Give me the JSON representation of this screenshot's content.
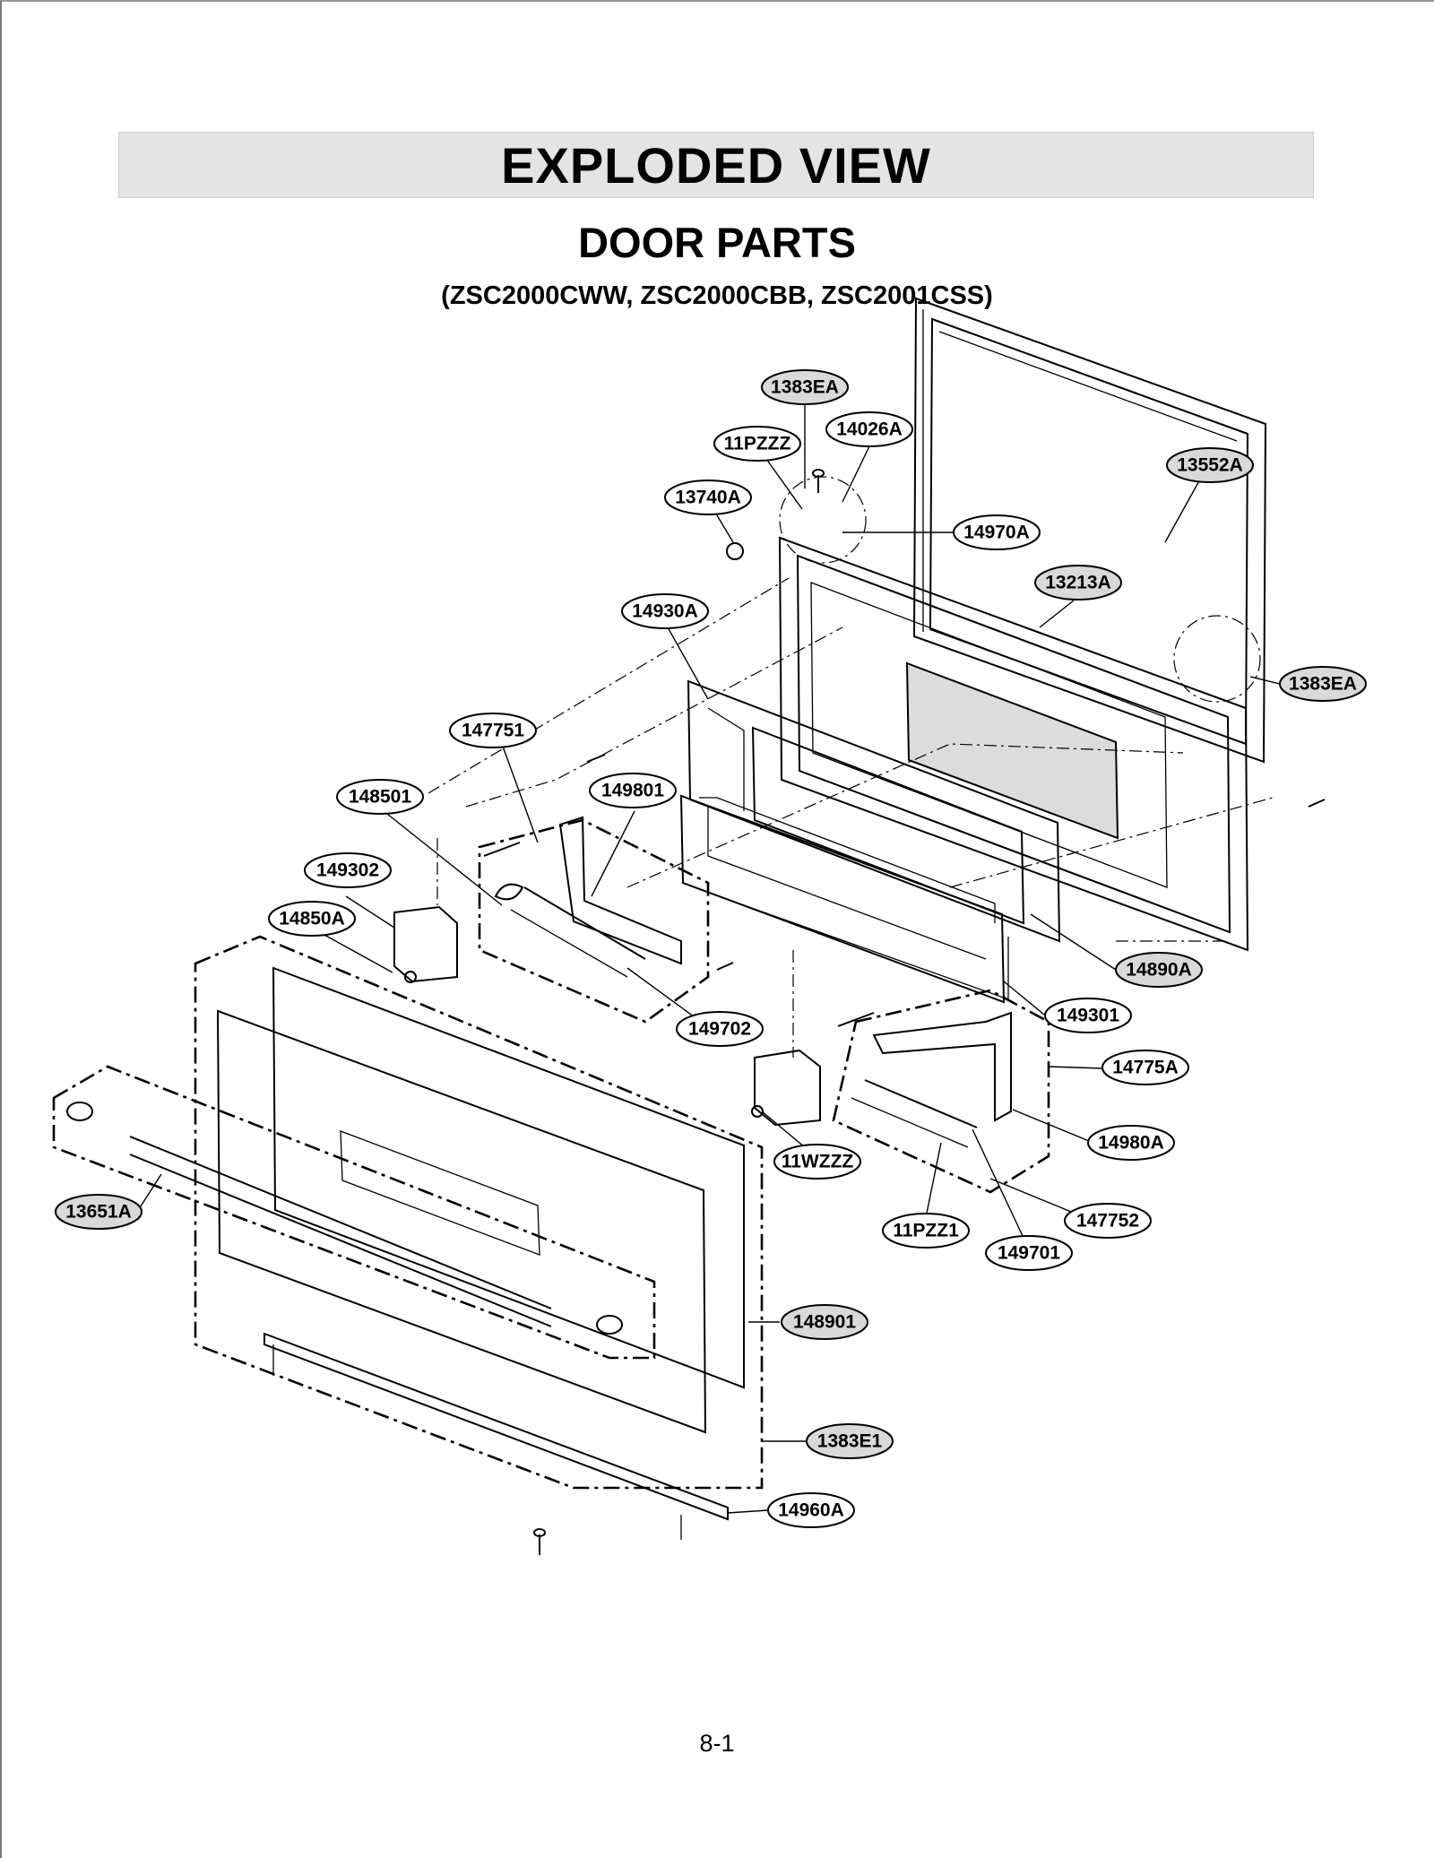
{
  "header": {
    "title": "EXPLODED VIEW",
    "subtitle": "DOOR PARTS",
    "models": "(ZSC2000CWW, ZSC2000CBB, ZSC2001CSS)"
  },
  "footer": {
    "page_number": "8-1"
  },
  "callouts": [
    {
      "id": "c1",
      "label": "1383EA",
      "shaded": true
    },
    {
      "id": "c2",
      "label": "14026A",
      "shaded": false
    },
    {
      "id": "c3",
      "label": "11PZZZ",
      "shaded": false
    },
    {
      "id": "c4",
      "label": "13552A",
      "shaded": true
    },
    {
      "id": "c5",
      "label": "13740A",
      "shaded": false
    },
    {
      "id": "c6",
      "label": "14970A",
      "shaded": false
    },
    {
      "id": "c7",
      "label": "13213A",
      "shaded": true
    },
    {
      "id": "c8",
      "label": "14930A",
      "shaded": false
    },
    {
      "id": "c9",
      "label": "1383EA",
      "shaded": true
    },
    {
      "id": "c10",
      "label": "147751",
      "shaded": false
    },
    {
      "id": "c11",
      "label": "149801",
      "shaded": false
    },
    {
      "id": "c12",
      "label": "148501",
      "shaded": false
    },
    {
      "id": "c13",
      "label": "149302",
      "shaded": false
    },
    {
      "id": "c14",
      "label": "14850A",
      "shaded": false
    },
    {
      "id": "c15",
      "label": "14890A",
      "shaded": true
    },
    {
      "id": "c16",
      "label": "149301",
      "shaded": false
    },
    {
      "id": "c17",
      "label": "149702",
      "shaded": false
    },
    {
      "id": "c18",
      "label": "14775A",
      "shaded": false
    },
    {
      "id": "c19",
      "label": "14980A",
      "shaded": false
    },
    {
      "id": "c20",
      "label": "11WZZZ",
      "shaded": false
    },
    {
      "id": "c21",
      "label": "147752",
      "shaded": false
    },
    {
      "id": "c22",
      "label": "13651A",
      "shaded": true
    },
    {
      "id": "c23",
      "label": "11PZZ1",
      "shaded": false
    },
    {
      "id": "c24",
      "label": "149701",
      "shaded": false
    },
    {
      "id": "c25",
      "label": "148901",
      "shaded": true
    },
    {
      "id": "c26",
      "label": "1383E1",
      "shaded": true
    },
    {
      "id": "c27",
      "label": "14960A",
      "shaded": false
    }
  ],
  "colors": {
    "callout_shaded": "#d9d9d9",
    "callout_plain": "#ffffff",
    "banner": "#e4e4e4"
  }
}
